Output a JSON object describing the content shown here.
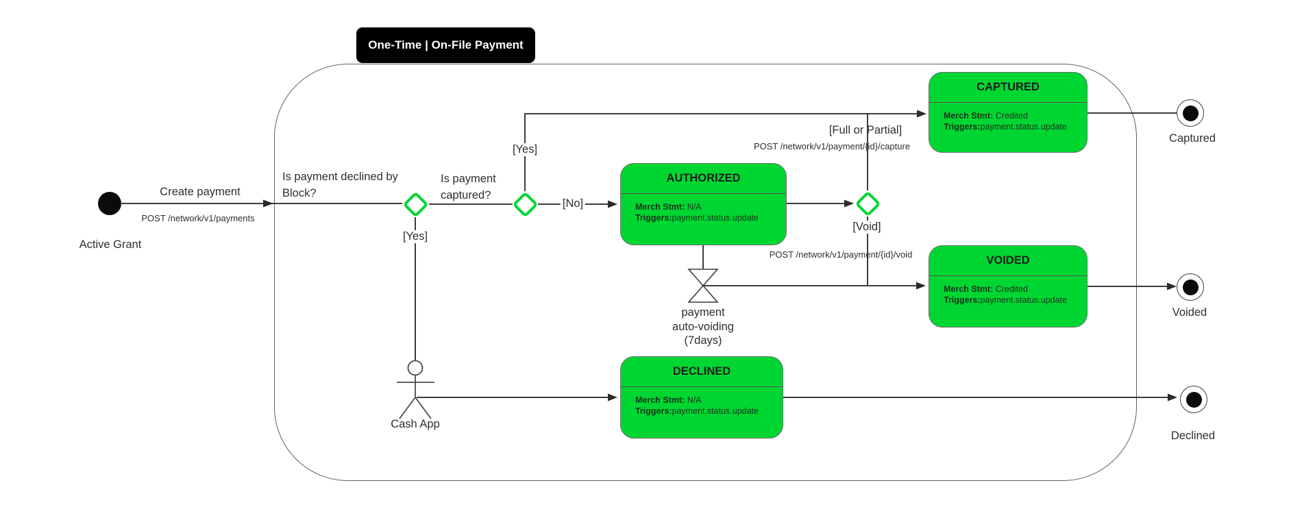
{
  "colors": {
    "green": "#00D632",
    "line": "#3c3c3c",
    "box-border": "#6e6e6e",
    "label-text": "#2e2e2e",
    "state-text": "#16321a"
  },
  "badge": {
    "label": "One-Time | On-File Payment"
  },
  "start_node": {
    "label": "Active Grant"
  },
  "edges": {
    "create_payment": {
      "label": "Create payment",
      "endpoint": "POST /network/v1/payments"
    },
    "declined_yes": {
      "label": "[Yes]"
    },
    "captured_yes": {
      "label": "[Yes]"
    },
    "captured_no": {
      "label": "[No]"
    },
    "capture": {
      "label": "[Full or Partial]",
      "endpoint": "POST /network/v1/payment/{id}/capture"
    },
    "void": {
      "label": "[Void]",
      "endpoint": "POST /network/v1/payment/{id}/void"
    }
  },
  "decisions": {
    "declined_by_block": {
      "line1": "Is payment declined by",
      "line2": "Block?"
    },
    "is_captured": {
      "line1": "Is payment",
      "line2": "captured?"
    }
  },
  "states": {
    "authorized": {
      "title": "AUTHORIZED",
      "merch_label": "Merch Stmt:",
      "merch_value": " N/A",
      "triggers_label": "Triggers:",
      "triggers_value": "payment.status.update"
    },
    "captured": {
      "title": "CAPTURED",
      "merch_label": "Merch Stmt:",
      "merch_value": " Credited",
      "triggers_label": "Triggers:",
      "triggers_value": "payment.status.update"
    },
    "voided": {
      "title": "VOIDED",
      "merch_label": "Merch Stmt:",
      "merch_value": " Credited",
      "triggers_label": "Triggers:",
      "triggers_value": "payment.status.update"
    },
    "declined": {
      "title": "DECLINED",
      "merch_label": "Merch Stmt:",
      "merch_value": " N/A",
      "triggers_label": "Triggers:",
      "triggers_value": "payment.status.update"
    }
  },
  "timer": {
    "line1": "payment",
    "line2": "auto-voiding",
    "line3": "(7days)"
  },
  "actor": {
    "label": "Cash App"
  },
  "end_nodes": {
    "captured": {
      "label": "Captured"
    },
    "voided": {
      "label": "Voided"
    },
    "declined": {
      "label": "Declined"
    }
  }
}
